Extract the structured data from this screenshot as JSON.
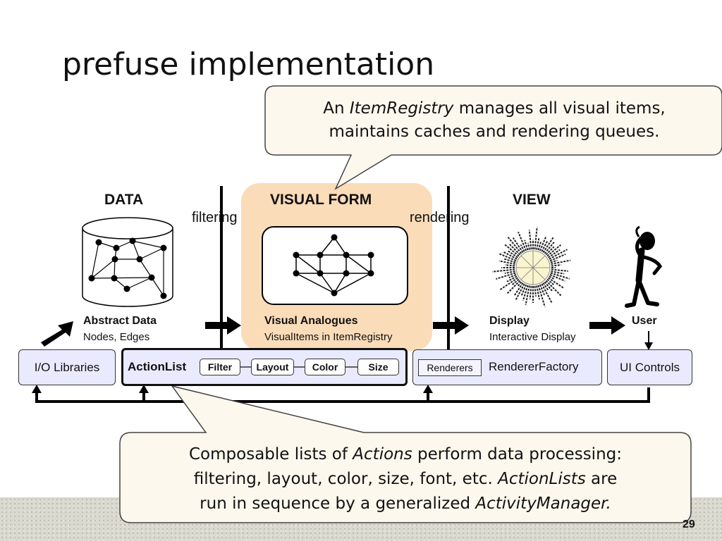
{
  "slide": {
    "title": "prefuse implementation",
    "page_number": "29"
  },
  "callouts": {
    "top": {
      "line1_a": "An ",
      "line1_em": "ItemRegistry",
      "line1_b": " manages all visual items,",
      "line2": "maintains caches and rendering queues."
    },
    "bottom": {
      "line1_a": "Composable lists of ",
      "line1_em": "Actions",
      "line1_b": " perform data processing:",
      "line2_a": "filtering, layout, color, size, font, etc. ",
      "line2_em": "ActionLists",
      "line2_b": " are",
      "line3_a": "run in sequence by a generalized ",
      "line3_em": "ActivityManager."
    }
  },
  "stages": {
    "data": {
      "heading": "DATA",
      "label": "Abstract Data",
      "sublabel": "Nodes, Edges"
    },
    "visual_form": {
      "heading": "VISUAL FORM",
      "label": "Visual Analogues",
      "sublabel": "VisualItems in ItemRegistry"
    },
    "view": {
      "heading": "VIEW",
      "label": "Display",
      "sublabel": "Interactive Display"
    },
    "user": {
      "label": "User"
    }
  },
  "transitions": {
    "filtering": "filtering",
    "rendering": "rendering"
  },
  "components": {
    "io_libraries": "I/O Libraries",
    "action_list": {
      "label": "ActionList",
      "actions": [
        "Filter",
        "Layout",
        "Color",
        "Size"
      ]
    },
    "renderers": "Renderers",
    "renderer_factory": "RendererFactory",
    "ui_controls": "UI Controls"
  },
  "colors": {
    "visual_form_panel": "#fbdcb9",
    "component_box": "#eaeaff",
    "callout_fill": "#fdf8ee"
  }
}
